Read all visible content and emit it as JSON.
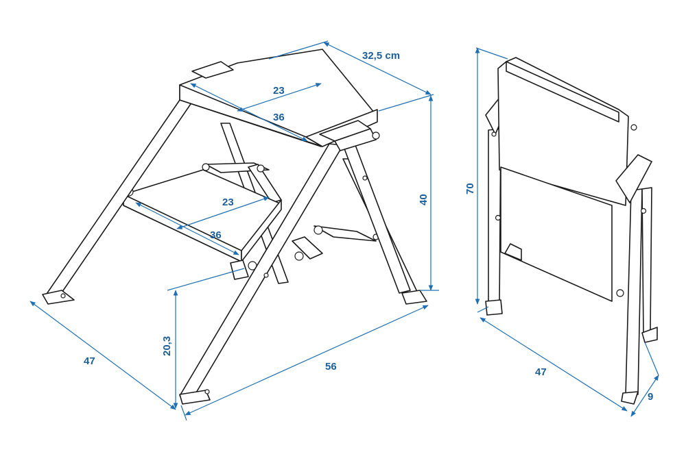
{
  "diagram": {
    "accent_color": "#1f6fb2",
    "line_color": "#1a1a1a",
    "open_view": {
      "top_step_width": "23",
      "top_step_depth": "36",
      "top_step_length": "32,5 cm",
      "lower_step_width": "23",
      "lower_step_depth": "36",
      "total_height": "40",
      "lower_step_height": "20,3",
      "base_depth": "47",
      "base_width": "56"
    },
    "folded_view": {
      "height": "70",
      "depth": "47",
      "thickness": "9"
    }
  }
}
